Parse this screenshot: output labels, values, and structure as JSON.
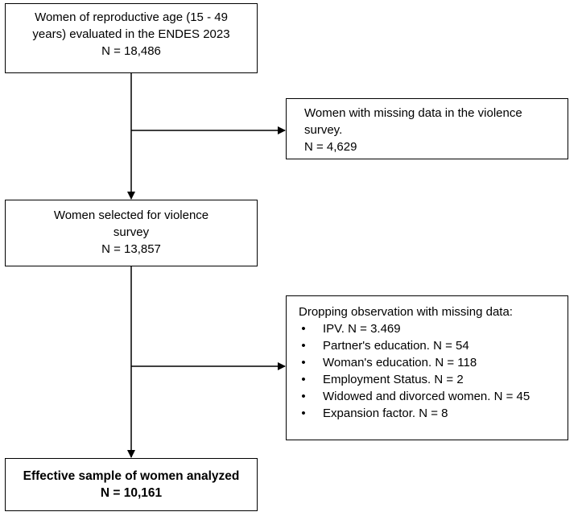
{
  "boxes": {
    "start": {
      "lines": [
        "Women of reproductive age (15 - 49",
        "years) evaluated in the ENDES 2023",
        "N = 18,486"
      ]
    },
    "missing_violence": {
      "lines": [
        "Women with missing data in the violence",
        "survey.",
        "N = 4,629"
      ]
    },
    "selected": {
      "lines": [
        "Women selected for violence",
        "survey",
        "N = 13,857"
      ]
    },
    "dropping": {
      "heading": "Dropping observation with missing data:",
      "bullet_symbol": "•",
      "items": [
        "IPV. N = 3.469",
        "Partner's education. N = 54",
        "Woman's education. N = 118",
        "Employment Status. N = 2",
        "Widowed and divorced women. N = 45",
        "Expansion factor. N = 8"
      ]
    },
    "effective": {
      "lines": [
        "Effective sample of women analyzed",
        "N = 10,161"
      ]
    }
  },
  "colors": {
    "stroke": "#000000",
    "background": "#ffffff"
  }
}
